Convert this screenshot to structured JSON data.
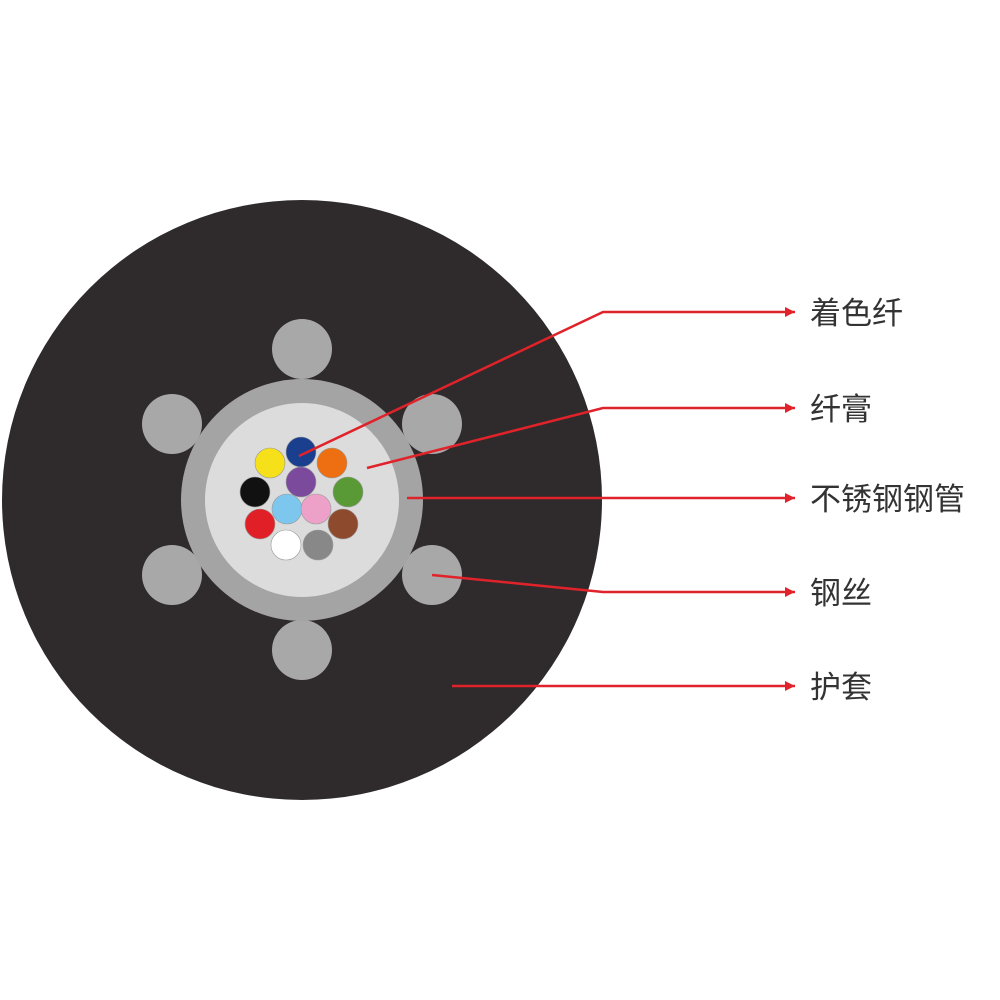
{
  "labels": {
    "colored_fiber": "着色纤",
    "fiber_gel": "纤膏",
    "stainless_steel_tube": "不锈钢钢管",
    "steel_wire": "钢丝",
    "sheath": "护套"
  },
  "colors": {
    "sheath": "#2f2a2b",
    "steel_wire": "#a8a8a8",
    "steel_tube": "#a4a4a4",
    "fiber_gel": "#dcdcdc",
    "leader_line": "#e0232a",
    "fiber_colors": [
      "#1b3f8f",
      "#f5e01a",
      "#ee6e12",
      "#111111",
      "#7b4a9c",
      "#5a9a36",
      "#e11f26",
      "#7dc6ee",
      "#eda1c8",
      "#8e4a2c",
      "#ffffff",
      "#888888"
    ]
  }
}
